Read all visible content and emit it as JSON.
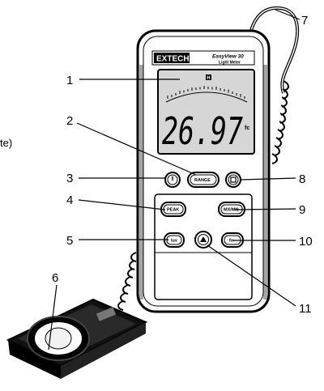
{
  "meter": {
    "brand": "EXTECH",
    "model": "EasyView 30",
    "subtitle": "Light Meter",
    "reading": "26.97",
    "unit": "fc",
    "hold_indicator": "H"
  },
  "buttons": {
    "power_icon": "power-icon",
    "range": "RANGE",
    "hold_icon": "hold-icon",
    "peak": "PEAK",
    "mx_mn": "MX/MN",
    "lux": "lux",
    "fc": "fc",
    "center_icon": "light-icon"
  },
  "side_text": "te)",
  "callouts": [
    "1",
    "2",
    "3",
    "4",
    "5",
    "6",
    "7",
    "8",
    "9",
    "10",
    "11"
  ],
  "colors": {
    "ink": "#000000",
    "lcd": "#d6d6d6",
    "body": "#ffffff"
  }
}
